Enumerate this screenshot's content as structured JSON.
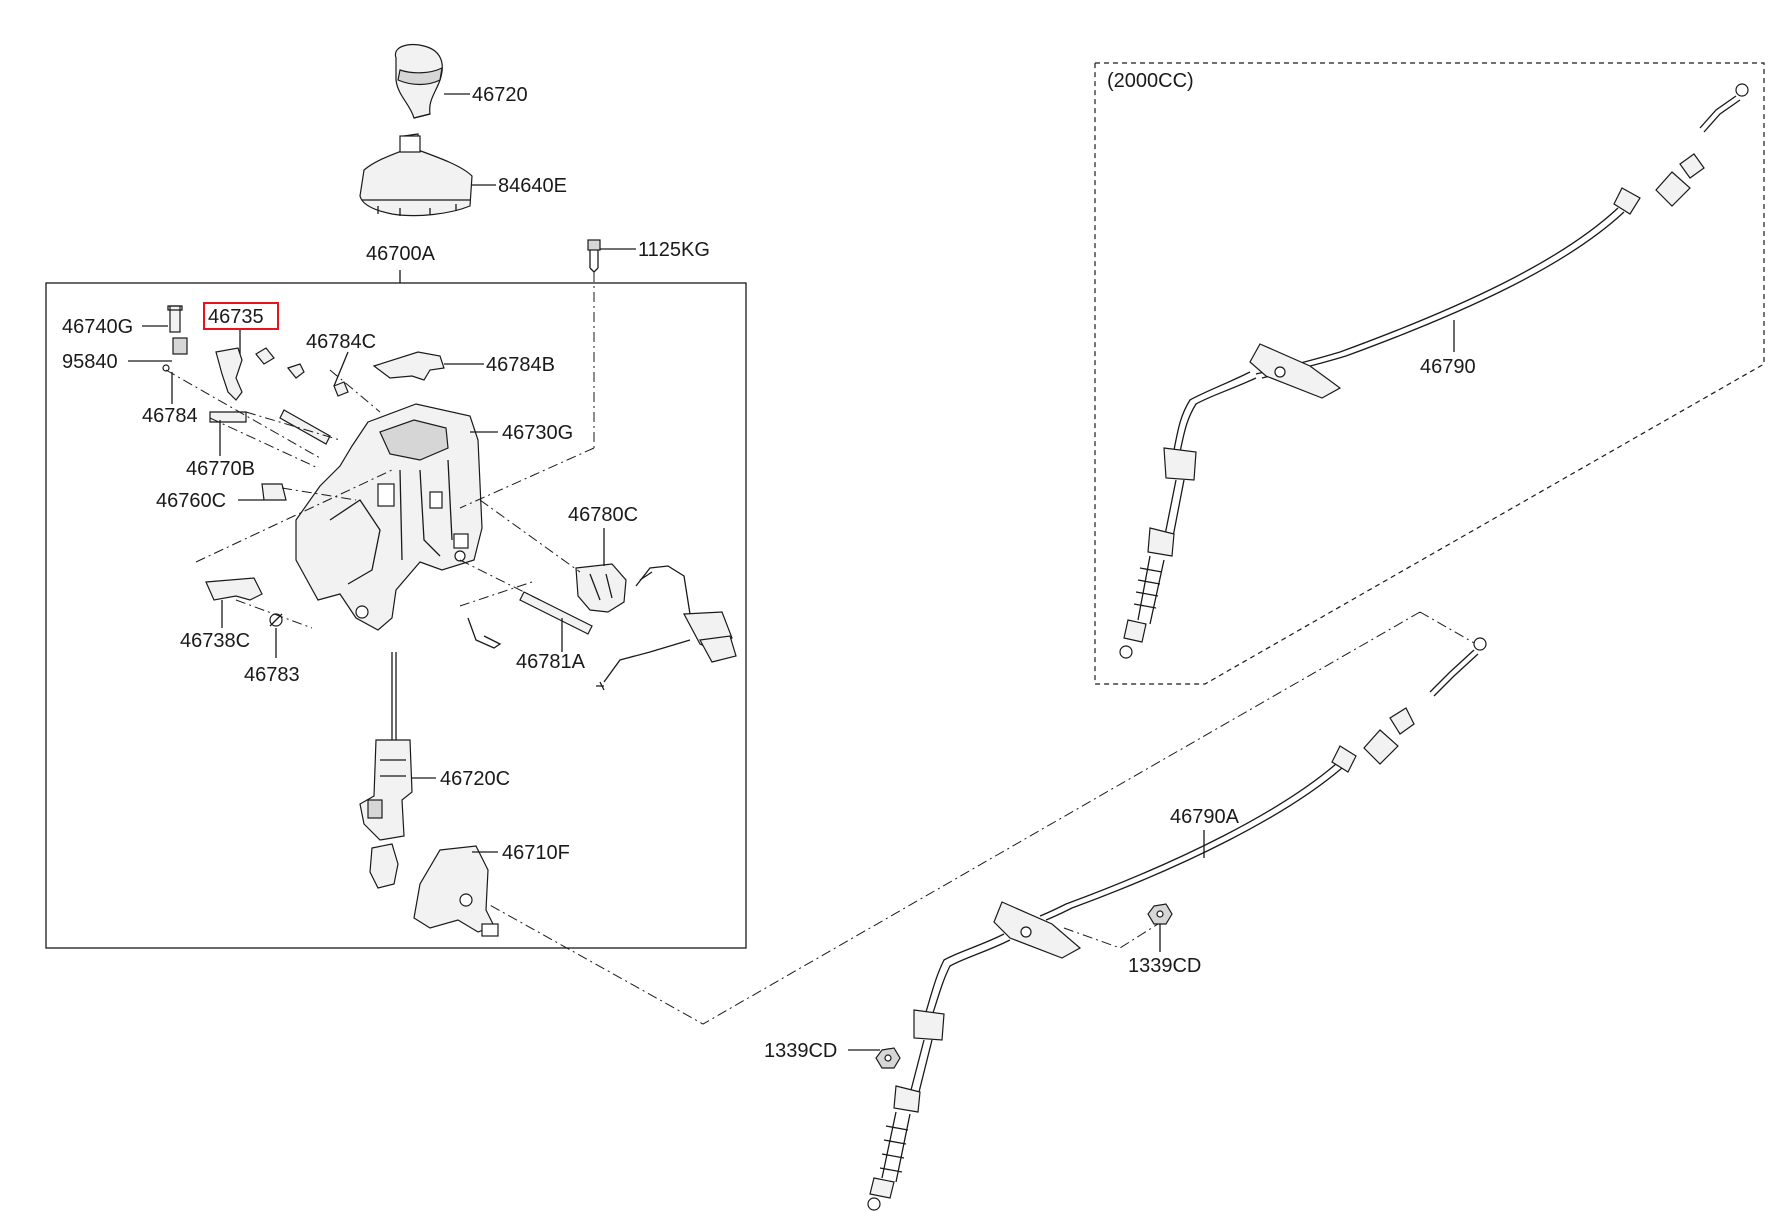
{
  "diagram": {
    "variant_label": "(2000CC)",
    "labels": {
      "p46720": "46720",
      "p84640E": "84640E",
      "p46700A": "46700A",
      "p1125KG": "1125KG",
      "p46740G": "46740G",
      "p46735": "46735",
      "p46784C": "46784C",
      "p46784B": "46784B",
      "p95840": "95840",
      "p46784": "46784",
      "p46730G": "46730G",
      "p46770B": "46770B",
      "p46760C": "46760C",
      "p46780C": "46780C",
      "p46738C": "46738C",
      "p46783": "46783",
      "p46781A": "46781A",
      "p46720C": "46720C",
      "p46710F": "46710F",
      "p46790": "46790",
      "p46790A": "46790A",
      "p1339CD_a": "1339CD",
      "p1339CD_b": "1339CD"
    },
    "highlighted_part": "46735",
    "highlight_color": "#e8141c"
  }
}
